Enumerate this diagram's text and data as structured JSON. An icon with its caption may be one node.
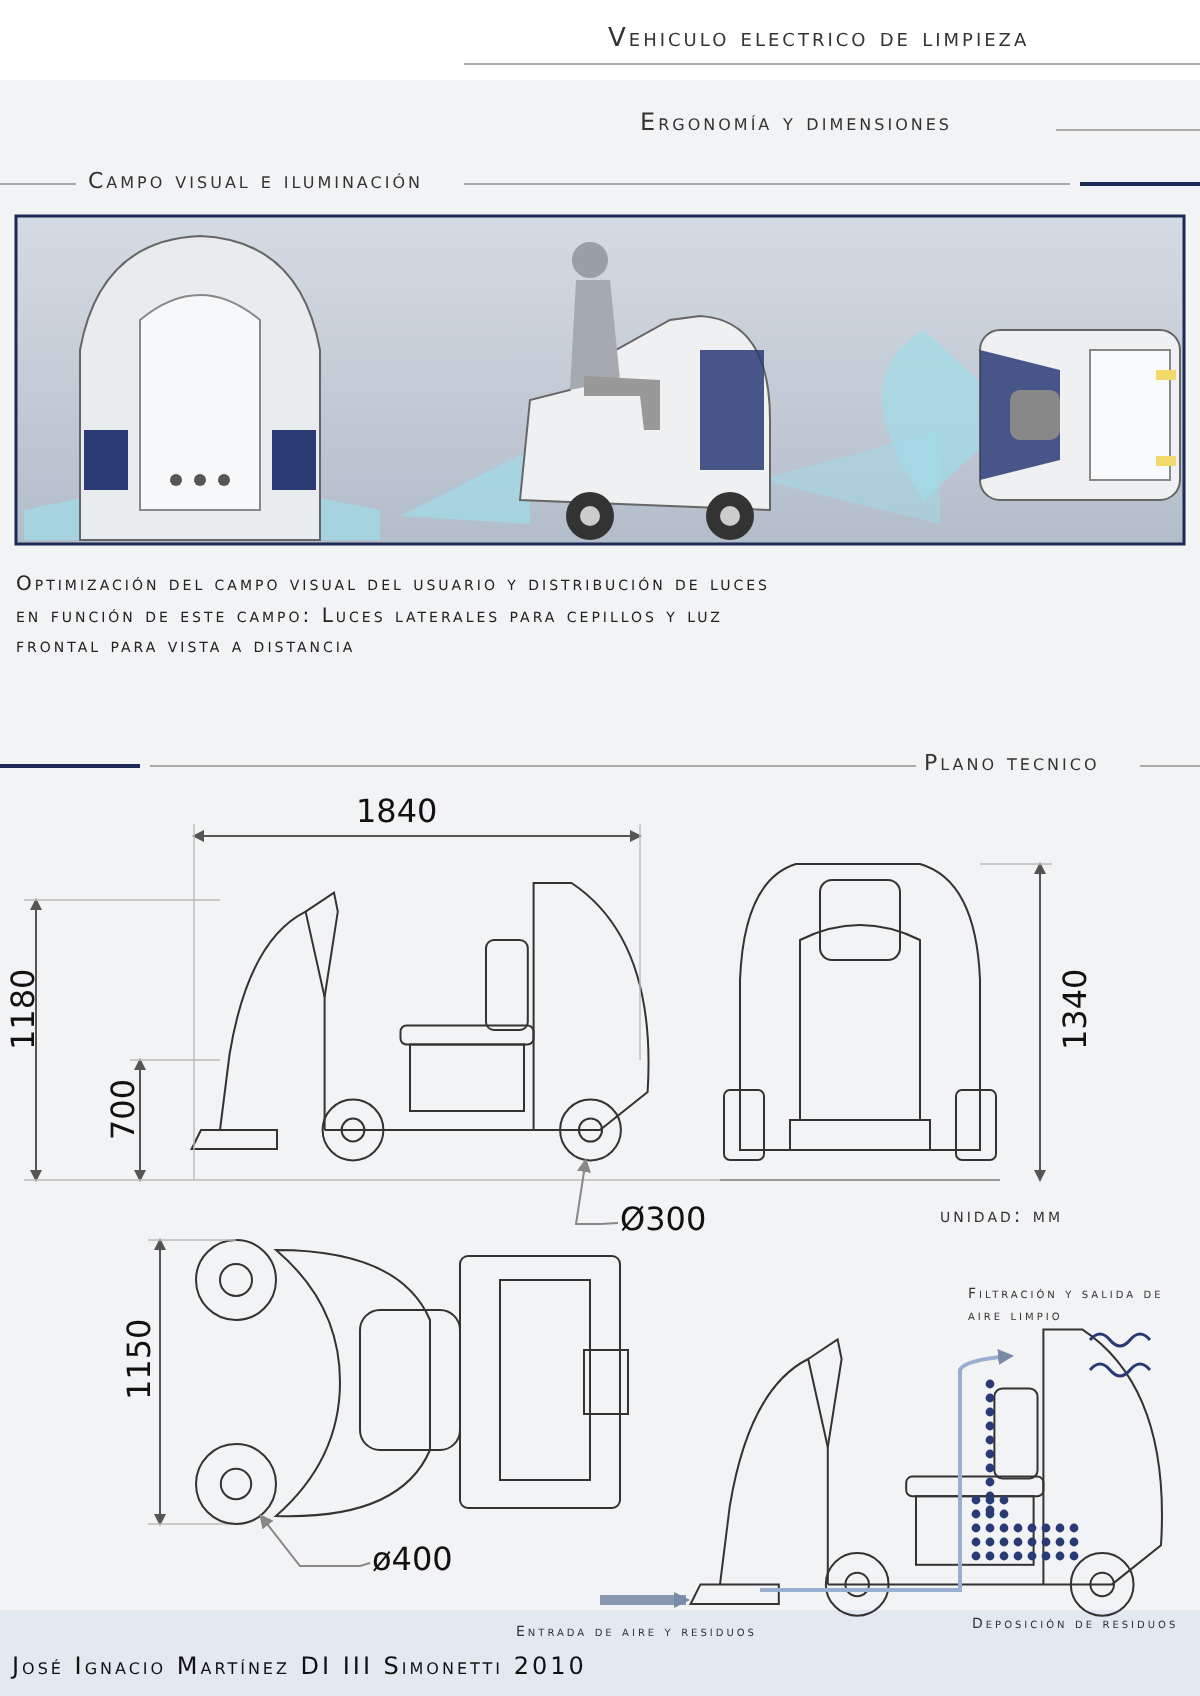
{
  "diagram": {
    "title": "Vehiculo electrico de limpieza",
    "nodes": [
      {
        "text": [
          "Ø300"
        ]
      },
      {
        "text": [],
        "shape": "circle"
      },
      {
        "text": [
          "ø400"
        ]
      },
      {
        "text": [],
        "shape": "circle"
      }
    ],
    "edges": [
      {
        "from": 0,
        "to": 1,
        "arrow": "to"
      },
      {
        "from": 2,
        "to": 3,
        "arrow": "to"
      }
    ],
    "labels": [
      "Ergonomía y dimensiones",
      "Campo visual e iluminación",
      "Optimización del campo visual del usuario y distribución de luces en función de este campo: Luces laterales para cepillos y luz frontal para vista a distancia",
      "Plano tecnico",
      "1840",
      "1180",
      "700",
      "1340",
      "unidad: mm",
      "Filtración y salida de aire limpio",
      "1150",
      "Entrada de aire y residuos",
      "Deposición de residuos",
      "José Ignacio Martínez DI III Simonetti 2010"
    ]
  }
}
